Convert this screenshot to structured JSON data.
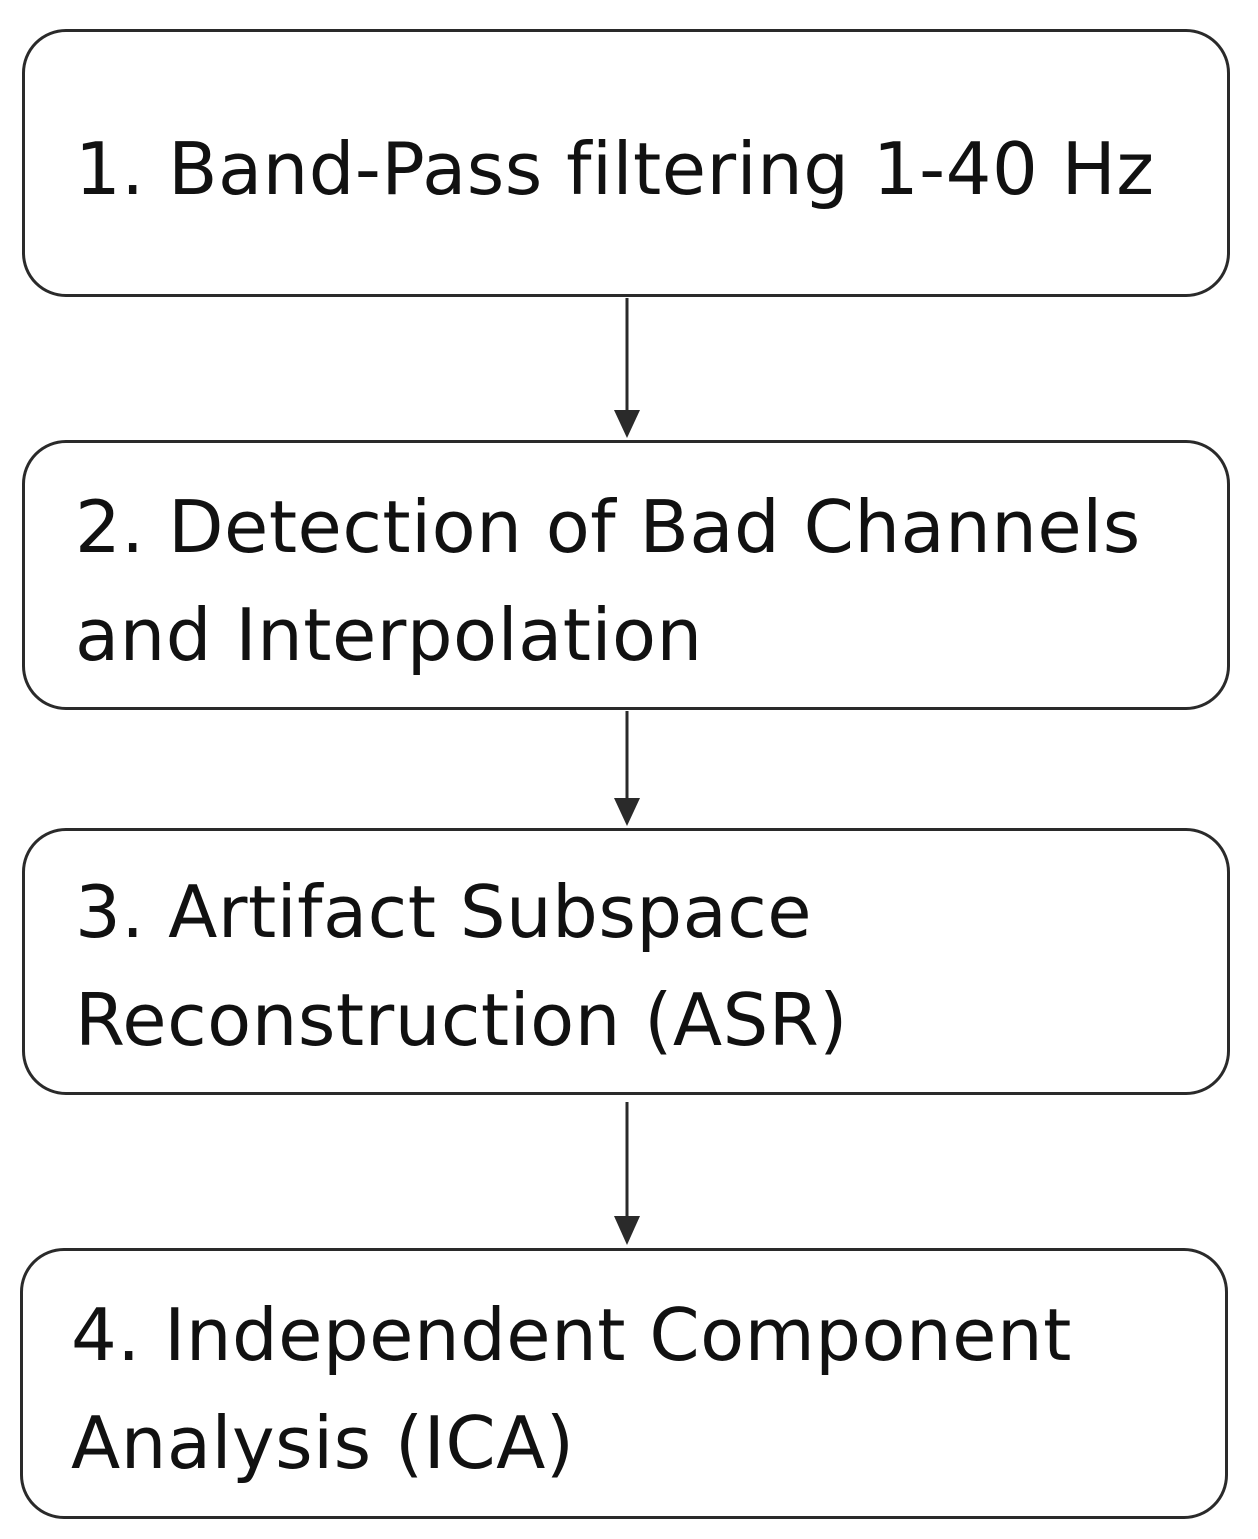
{
  "steps": [
    {
      "label": "1. Band-Pass filtering 1-40 Hz"
    },
    {
      "label": "2. Detection of Bad Channels\nand Interpolation"
    },
    {
      "label": "3. Artifact Subspace\nReconstruction (ASR)"
    },
    {
      "label": "4. Independent Component\nAnalysis (ICA)"
    }
  ],
  "colors": {
    "border": "#2a2a2a",
    "text": "#111111",
    "background": "#ffffff"
  }
}
